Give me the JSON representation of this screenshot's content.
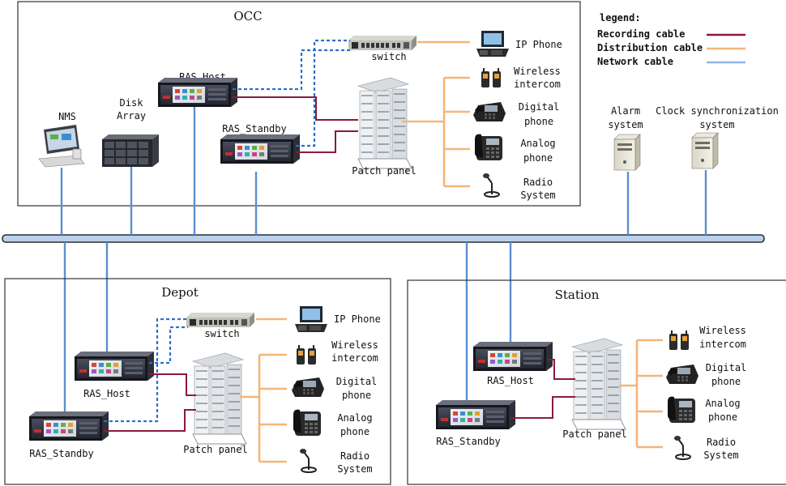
{
  "colors": {
    "recording": "#8b1a3a",
    "distribution": "#f5b57a",
    "network": "#5b8fd0",
    "network_dash": "#2f6fc9",
    "bus": "#b9d1ee",
    "bus_border": "#2d2d2d"
  },
  "legend": {
    "title": "legend:",
    "recording": "Recording cable",
    "distribution": "Distribution cable",
    "network": "Network cable"
  },
  "occ": {
    "title": "OCC",
    "nms": "NMS",
    "disk_array_1": "Disk",
    "disk_array_2": "Array",
    "ras_host": "RAS_Host",
    "ras_standby": "RAS_Standby",
    "switch": "switch",
    "patch_panel": "Patch panel",
    "ip_phone": "IP Phone",
    "wireless_1": "Wireless",
    "wireless_2": "intercom",
    "digital_1": "Digital",
    "digital_2": "phone",
    "analog_1": "Analog",
    "analog_2": "phone",
    "radio_1": "Radio",
    "radio_2": "System"
  },
  "external": {
    "alarm_1": "Alarm",
    "alarm_2": "system",
    "clock_1": "Clock synchronization",
    "clock_2": "system"
  },
  "depot": {
    "title": "Depot",
    "ras_host": "RAS_Host",
    "ras_standby": "RAS_Standby",
    "switch": "switch",
    "patch_panel": "Patch panel",
    "ip_phone": "IP Phone",
    "wireless_1": "Wireless",
    "wireless_2": "intercom",
    "digital_1": "Digital",
    "digital_2": "phone",
    "analog_1": "Analog",
    "analog_2": "phone",
    "radio_1": "Radio",
    "radio_2": "System"
  },
  "station": {
    "title": "Station",
    "ras_host": "RAS_Host",
    "ras_standby": "RAS_Standby",
    "patch_panel": "Patch panel",
    "wireless_1": "Wireless",
    "wireless_2": "intercom",
    "digital_1": "Digital",
    "digital_2": "phone",
    "analog_1": "Analog",
    "analog_2": "phone",
    "radio_1": "Radio",
    "radio_2": "System"
  }
}
